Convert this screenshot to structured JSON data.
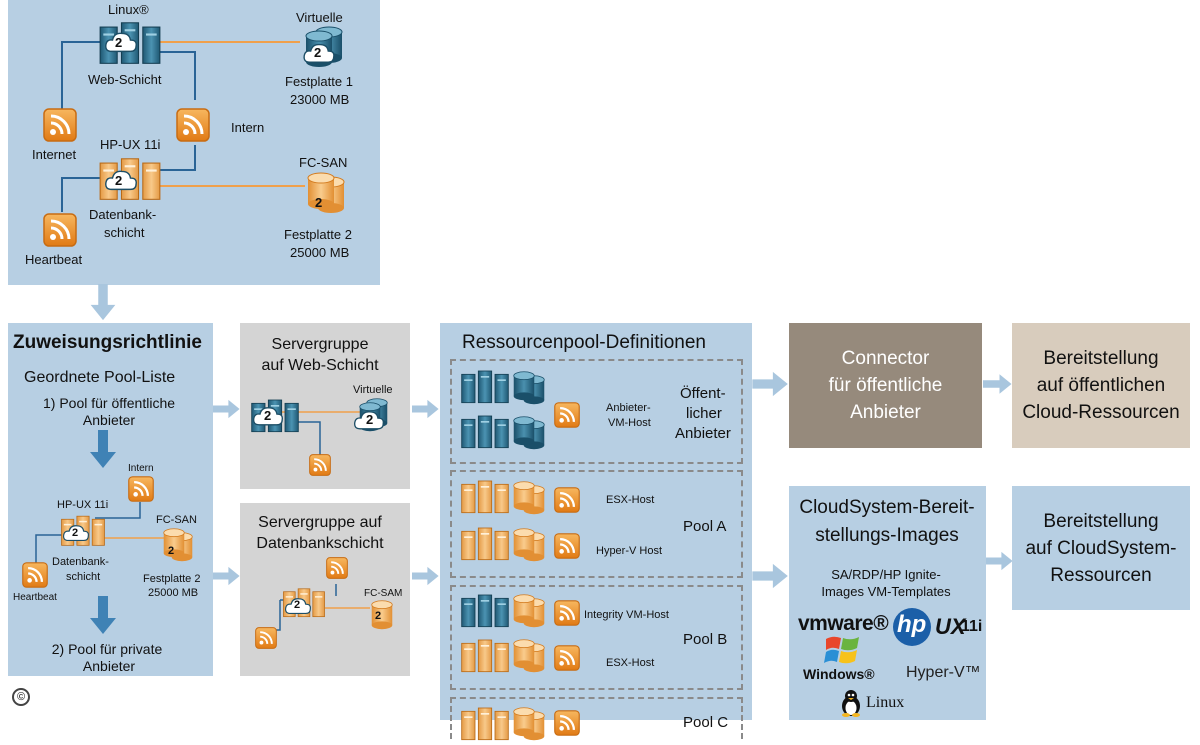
{
  "top_panel": {
    "linux": "Linux®",
    "virtuelle": "Virtuelle",
    "web_schicht": "Web-Schicht",
    "festplatte1": "Festplatte 1",
    "festplatte1_size": "23000 MB",
    "internet": "Internet",
    "intern": "Intern",
    "hpux": "HP-UX 11i",
    "fcsan": "FC-SAN",
    "datenbank": "Datenbank-",
    "schicht": "schicht",
    "festplatte2": "Festplatte 2",
    "festplatte2_size": "25000 MB",
    "heartbeat": "Heartbeat",
    "badge": "2"
  },
  "policy_panel": {
    "title": "Zuweisungsrichtlinie",
    "subtitle": "Geordnete Pool-Liste",
    "pool1_line1": "1) Pool für öffentliche",
    "pool1_line2": "Anbieter",
    "intern": "Intern",
    "hpux": "HP-UX 11i",
    "fcsan": "FC-SAN",
    "datenbank": "Datenbank-",
    "schicht": "schicht",
    "festplatte2": "Festplatte 2",
    "festplatte2_size": "25000 MB",
    "heartbeat": "Heartbeat",
    "pool2_line1": "2) Pool für private",
    "pool2_line2": "Anbieter"
  },
  "web_group": {
    "title_line1": "Servergruppe",
    "title_line2": "auf Web-Schicht",
    "virtuelle": "Virtuelle"
  },
  "db_group": {
    "title_line1": "Servergruppe auf",
    "title_line2": "Datenbankschicht",
    "fcsam": "FC-SAM"
  },
  "resource_panel": {
    "title": "Ressourcenpool-Definitionen",
    "public_host_line1": "Anbieter-",
    "public_host_line2": "VM-Host",
    "public_label_line1": "Öffent-",
    "public_label_line2": "licher",
    "public_label_line3": "Anbieter",
    "esx_host": "ESX-Host",
    "hyperv_host": "Hyper-V Host",
    "pool_a": "Pool A",
    "integrity_host": "Integrity VM-Host",
    "esx_host_b": "ESX-Host",
    "pool_b": "Pool B",
    "pool_c": "Pool C"
  },
  "connector": {
    "line1": "Connector",
    "line2": "für öffentliche",
    "line3": "Anbieter"
  },
  "public_provisioning": {
    "line1": "Bereitstellung",
    "line2": "auf öffentlichen",
    "line3": "Cloud-Ressourcen"
  },
  "images_panel": {
    "title_line1": "CloudSystem-Bereit-",
    "title_line2": "stellungs-Images",
    "sub_line1": "SA/RDP/HP Ignite-",
    "sub_line2": "Images VM-Templates",
    "vmware": "vmware®",
    "hp": "hp",
    "ux": "UX",
    "ux_version": "11i",
    "windows": "Windows®",
    "hyperv": "Hyper-V™",
    "linux": "Linux"
  },
  "cloudsystem_provisioning": {
    "line1": "Bereitstellung",
    "line2": "auf CloudSystem-",
    "line3": "Ressourcen"
  },
  "copyright": "©",
  "colors": {
    "panel_blue": "#b7cfe3",
    "panel_grey": "#d4d4d4",
    "connector_brown": "#968a7c",
    "provision_beige": "#d8ccbd",
    "arrow_blue": "#a9c6de",
    "orange": "#f0a04b",
    "server_teal": "#2f6f8c",
    "line_blue": "#2a6496",
    "line_orange": "#f0a04b"
  }
}
